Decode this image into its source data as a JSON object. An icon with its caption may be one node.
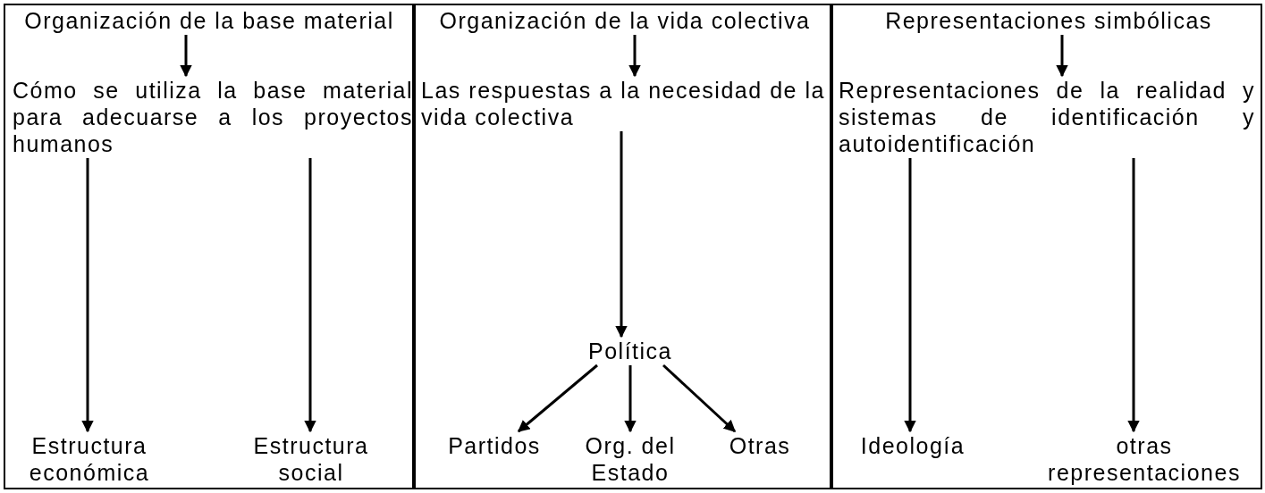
{
  "diagram": {
    "nodes": [
      {
        "text": [],
        "shape": "box"
      },
      {
        "text": [
          "Organización de la base material"
        ],
        "in": 0
      },
      {
        "text": [
          "Cómo se utiliza la base material para adecuarse a los proyectos humanos"
        ],
        "in": 0
      },
      {
        "text": [
          "Estructura económica"
        ],
        "in": 0
      },
      {
        "text": [
          "Estructura social"
        ],
        "in": 0
      },
      {
        "text": [],
        "shape": "box"
      },
      {
        "text": [
          "Organización de la vida colectiva"
        ],
        "in": 5
      },
      {
        "text": [
          "Las respuestas a la necesidad de la vida colectiva"
        ],
        "in": 5
      },
      {
        "text": [
          "Política"
        ],
        "in": 5
      },
      {
        "text": [
          "Partidos"
        ],
        "in": 5
      },
      {
        "text": [
          "Org. del Estado"
        ],
        "in": 5
      },
      {
        "text": [
          "Otras"
        ],
        "in": 5
      },
      {
        "text": [],
        "shape": "box"
      },
      {
        "text": [
          "Representaciones simbólicas"
        ],
        "in": 12
      },
      {
        "text": [
          "Representaciones de la realidad y sistemas de identificación y autoidentificación"
        ],
        "in": 12
      },
      {
        "text": [
          "Ideología"
        ],
        "in": 12
      },
      {
        "text": [
          "otras representaciones"
        ],
        "in": 12
      }
    ],
    "edges": [
      {
        "from": 1,
        "to": 2,
        "arrow": "to"
      },
      {
        "from": 2,
        "to": 3,
        "arrow": "to"
      },
      {
        "from": 2,
        "to": 4,
        "arrow": "to"
      },
      {
        "from": 6,
        "to": 7,
        "arrow": "to"
      },
      {
        "from": 7,
        "to": 8,
        "arrow": "to"
      },
      {
        "from": 8,
        "to": 9,
        "arrow": "to"
      },
      {
        "from": 8,
        "to": 10,
        "arrow": "to"
      },
      {
        "from": 8,
        "to": 11,
        "arrow": "to"
      },
      {
        "from": 13,
        "to": 14,
        "arrow": "to"
      },
      {
        "from": 14,
        "to": 15,
        "arrow": "to"
      },
      {
        "from": 14,
        "to": 16,
        "arrow": "to"
      }
    ]
  }
}
